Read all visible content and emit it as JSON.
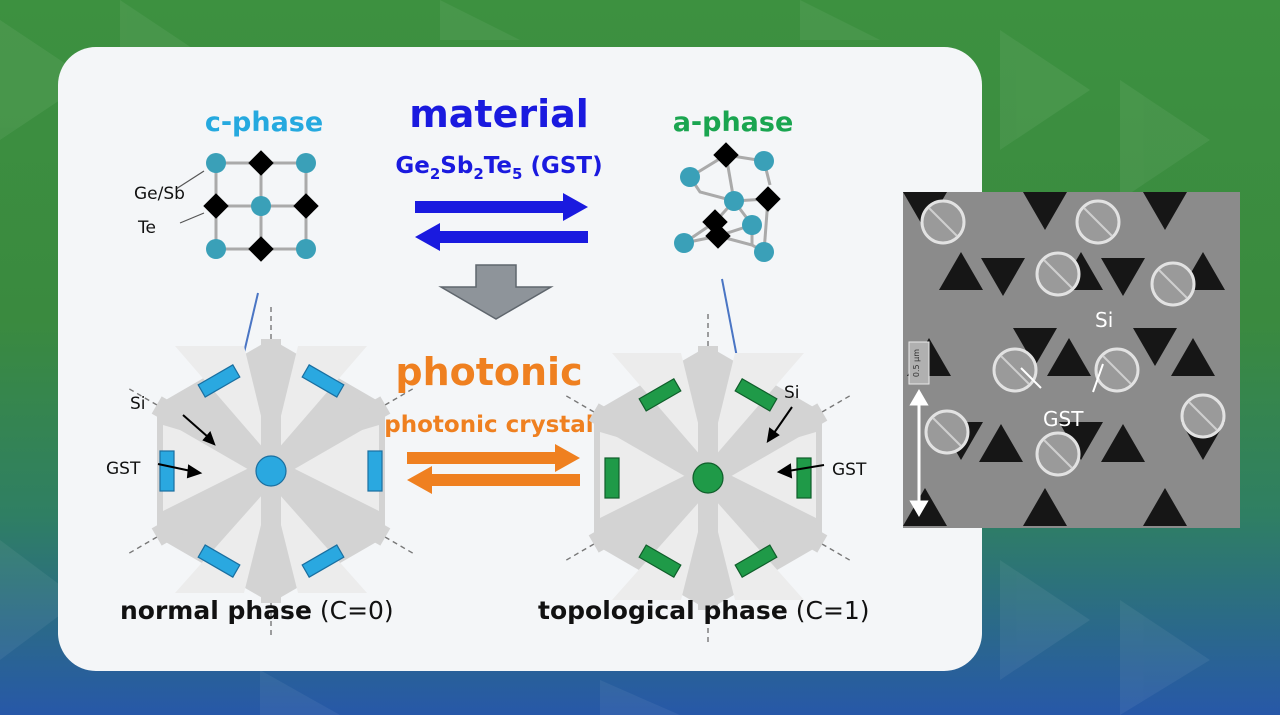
{
  "top": {
    "left_phase": "c-phase",
    "right_phase": "a-phase",
    "category": "material",
    "formula": {
      "p1": "Ge",
      "s1": "2",
      "p2": "Sb",
      "s2": "2",
      "p3": "Te",
      "s3": "5",
      "p4": " (GST)"
    },
    "atom_labels": {
      "gesb": "Ge/Sb",
      "te": "Te"
    }
  },
  "bottom": {
    "category": "photonic",
    "subtitle": "photonic crystal",
    "left": {
      "name": "normal phase",
      "chern": "(C=0)",
      "label_si": "Si",
      "label_gst": "GST"
    },
    "right": {
      "name": "topological phase",
      "chern": "(C=1)",
      "label_si": "Si",
      "label_gst": "GST"
    }
  },
  "sem": {
    "label_si": "Si",
    "label_gst": "GST",
    "scale_text": "0.5 µm"
  },
  "colors": {
    "c_phase": "#25a9df",
    "a_phase": "#1aa550",
    "material": "#1a1adf",
    "photonic": "#ef8020",
    "atom": "#3aa0b8",
    "gst_blue": "#2aa8e0",
    "gst_green": "#1f9a48"
  }
}
